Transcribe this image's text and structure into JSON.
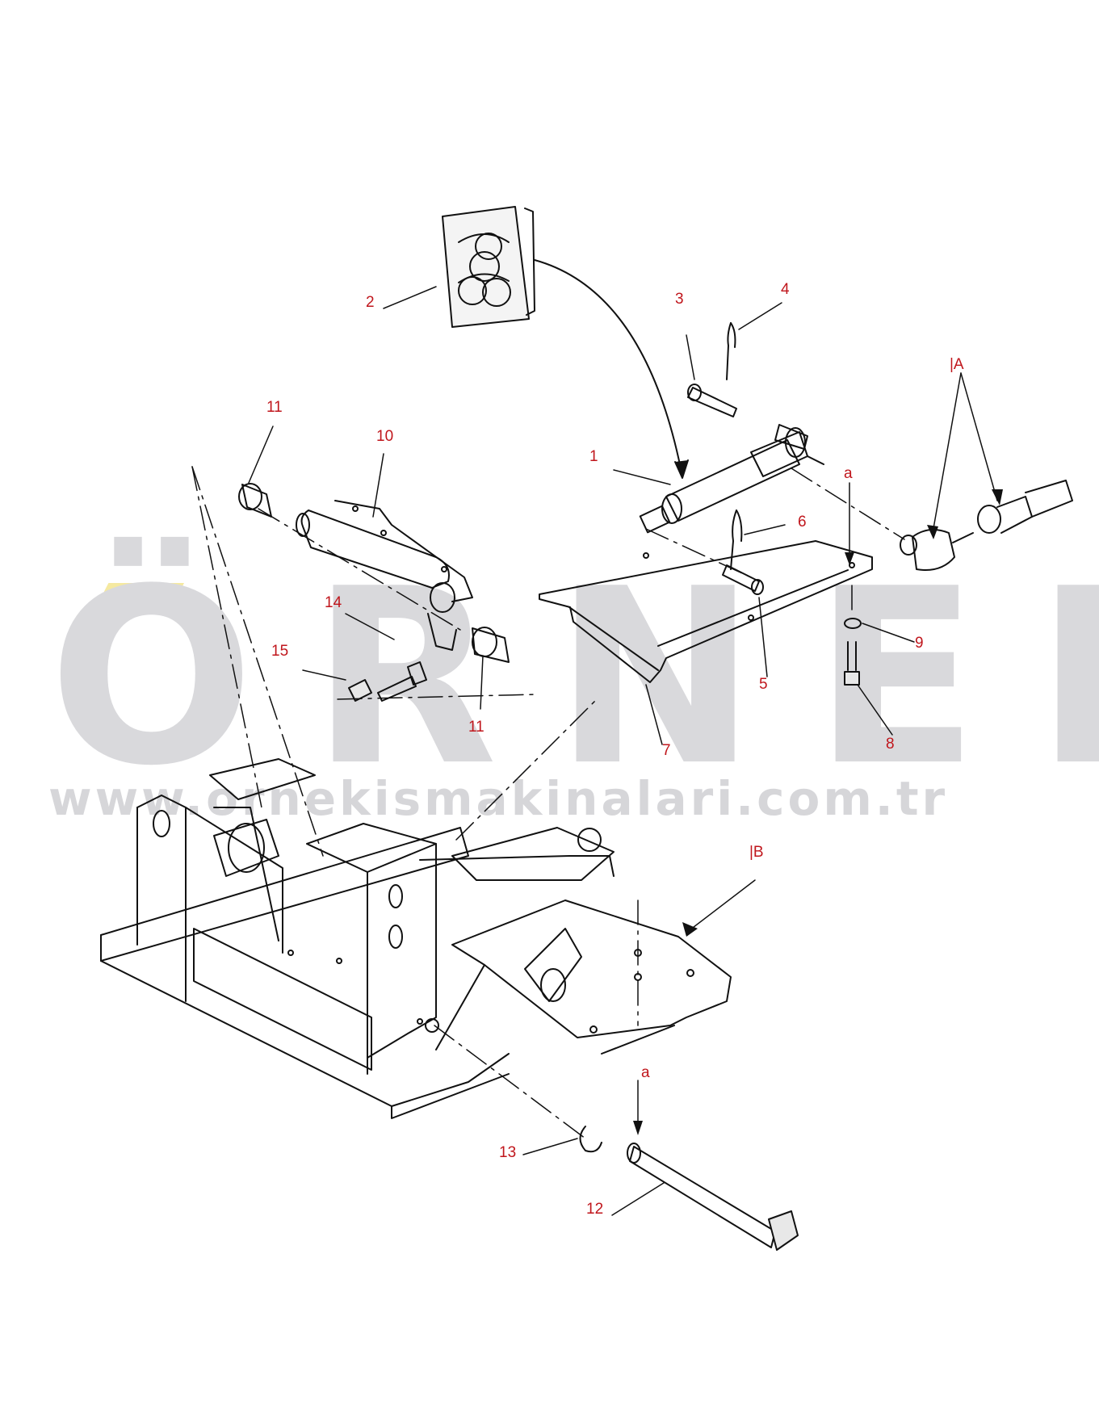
{
  "watermark": {
    "brand": "ÖRNEK",
    "url": "www.ornekismakinalari.com.tr",
    "accent_color": "#f5e9a0",
    "text_color": "#d9d9dc"
  },
  "callouts": {
    "c1": "1",
    "c2": "2",
    "c3": "3",
    "c4": "4",
    "c5": "5",
    "c6": "6",
    "c7": "7",
    "c8": "8",
    "c9": "9",
    "c10": "10",
    "c11a": "11",
    "c11b": "11",
    "c12": "12",
    "c13": "13",
    "c14": "14",
    "c15": "15",
    "refA": "|A",
    "refB": "|B",
    "refa1": "a",
    "refa2": "a"
  },
  "colors": {
    "callout": "#c0161c",
    "line": "#111111"
  }
}
